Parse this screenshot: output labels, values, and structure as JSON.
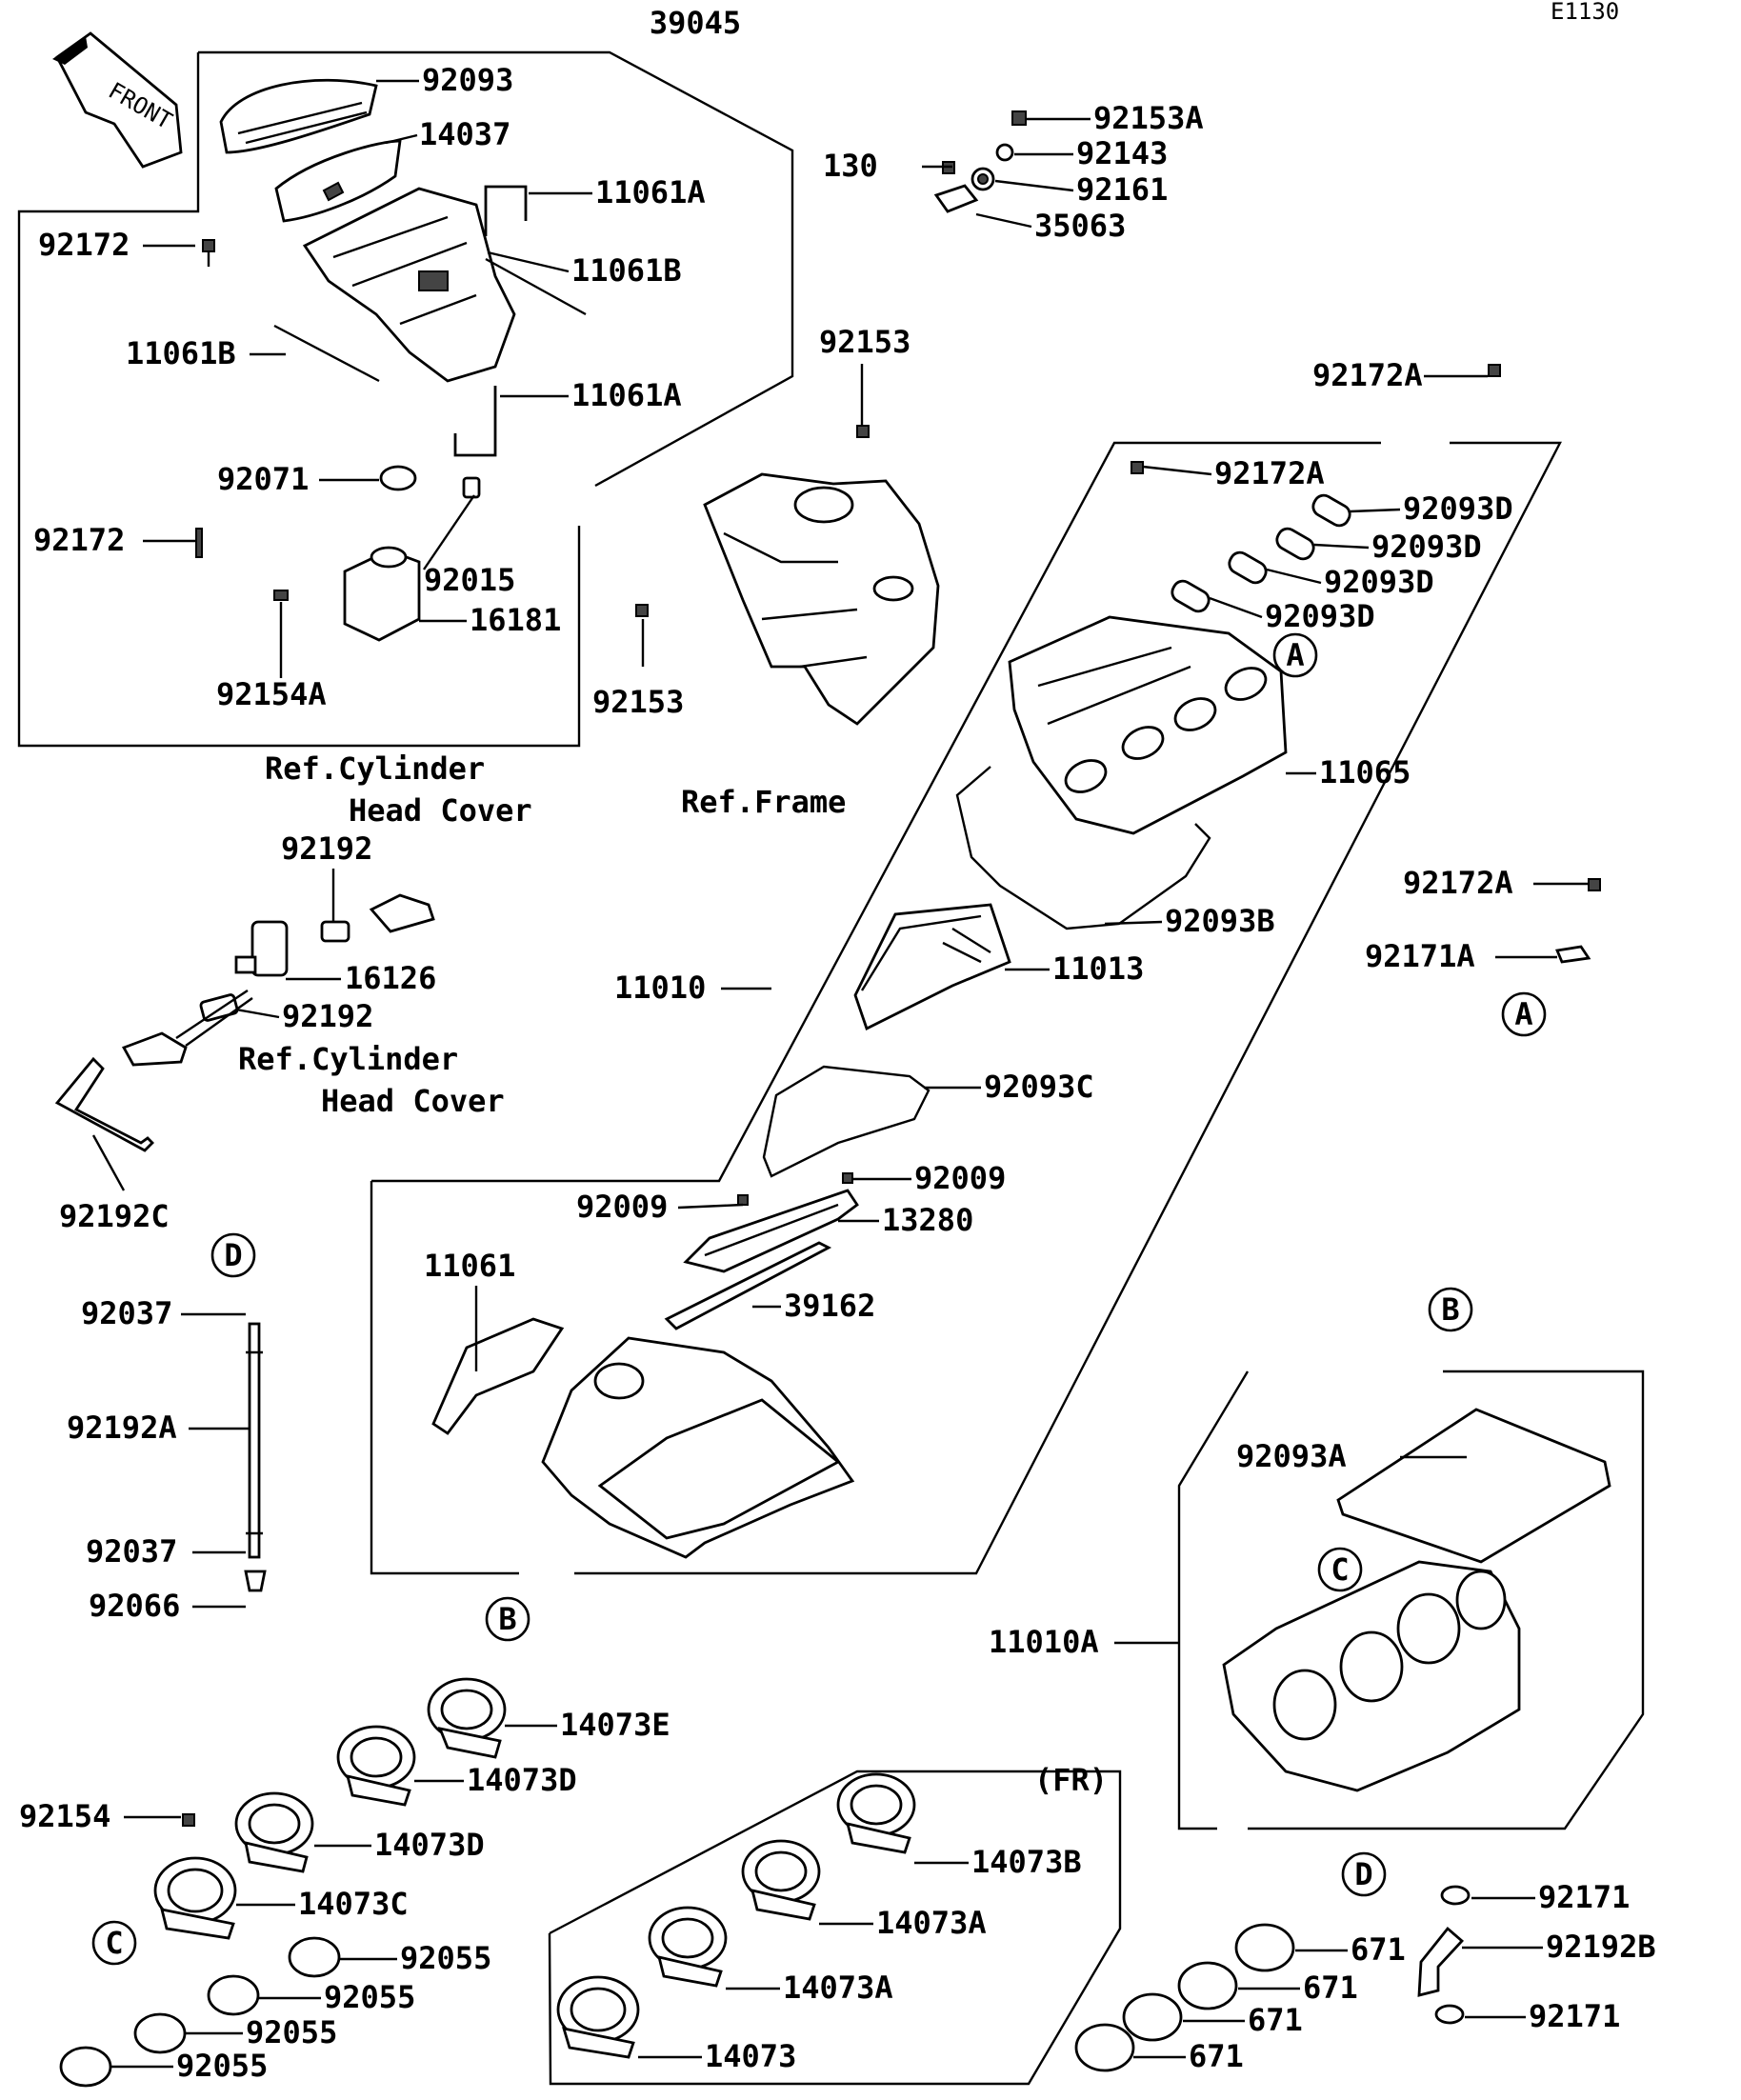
{
  "diagram_code": "E1130",
  "front_arrow_label": "FRONT",
  "fr_note": "(FR)",
  "ref_labels": {
    "cyl_head_top": [
      "Ref.Cylinder",
      "Head Cover"
    ],
    "cyl_head_bottom": [
      "Ref.Cylinder",
      "Head Cover"
    ],
    "frame": "Ref.Frame"
  },
  "callouts": [
    "A",
    "A",
    "B",
    "B",
    "C",
    "C",
    "D",
    "D"
  ],
  "part_labels": [
    "39045",
    "92093",
    "14037",
    "11061A",
    "11061B",
    "92172",
    "11061B",
    "11061A",
    "92071",
    "92172",
    "92015",
    "16181",
    "92154A",
    "92153A",
    "92143",
    "130",
    "92161",
    "35063",
    "92153",
    "92153",
    "92172A",
    "92172A",
    "92093D",
    "92093D",
    "92093D",
    "92093D",
    "11065",
    "92093B",
    "92172A",
    "92171A",
    "92192",
    "16126",
    "92192",
    "92192C",
    "11010",
    "11013",
    "92093C",
    "92009",
    "92009",
    "13280",
    "11061",
    "39162",
    "92037",
    "92192A",
    "92037",
    "92066",
    "92093A",
    "11010A",
    "14073E",
    "14073D",
    "14073D",
    "92154",
    "14073C",
    "92055",
    "92055",
    "92055",
    "92055",
    "14073B",
    "14073A",
    "14073A",
    "14073",
    "92171",
    "92192B",
    "92171",
    "671",
    "671",
    "671",
    "671"
  ]
}
